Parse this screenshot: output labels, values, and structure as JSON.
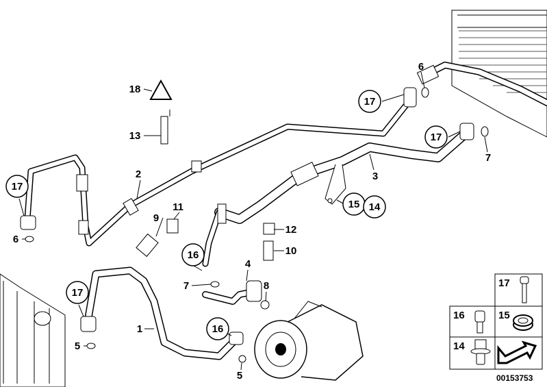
{
  "diagram_id": "00153753",
  "callouts": [
    {
      "id": "c-6a",
      "text": "6",
      "circled": false
    },
    {
      "id": "c-17a",
      "text": "17",
      "circled": true
    },
    {
      "id": "c-17b",
      "text": "17",
      "circled": true
    },
    {
      "id": "c-7a",
      "text": "7",
      "circled": false
    },
    {
      "id": "c-3",
      "text": "3",
      "circled": false
    },
    {
      "id": "c-15",
      "text": "15",
      "circled": true
    },
    {
      "id": "c-14",
      "text": "14",
      "circled": true
    },
    {
      "id": "c-18",
      "text": "18",
      "circled": false
    },
    {
      "id": "c-13",
      "text": "13",
      "circled": false
    },
    {
      "id": "c-2",
      "text": "2",
      "circled": false
    },
    {
      "id": "c-17c",
      "text": "17",
      "circled": true
    },
    {
      "id": "c-6b",
      "text": "6",
      "circled": false
    },
    {
      "id": "c-9",
      "text": "9",
      "circled": false
    },
    {
      "id": "c-11",
      "text": "11",
      "circled": false
    },
    {
      "id": "c-12",
      "text": "12",
      "circled": false
    },
    {
      "id": "c-10",
      "text": "10",
      "circled": false
    },
    {
      "id": "c-16a",
      "text": "16",
      "circled": true
    },
    {
      "id": "c-4",
      "text": "4",
      "circled": false
    },
    {
      "id": "c-7b",
      "text": "7",
      "circled": false
    },
    {
      "id": "c-8",
      "text": "8",
      "circled": false
    },
    {
      "id": "c-17d",
      "text": "17",
      "circled": true
    },
    {
      "id": "c-1",
      "text": "1",
      "circled": false
    },
    {
      "id": "c-16b",
      "text": "16",
      "circled": true
    },
    {
      "id": "c-5a",
      "text": "5",
      "circled": false
    },
    {
      "id": "c-5b",
      "text": "5",
      "circled": false
    }
  ],
  "legend": [
    {
      "text": "17",
      "icon": "bolt-icon"
    },
    {
      "text": "16",
      "icon": "socket-screw-icon"
    },
    {
      "text": "15",
      "icon": "sealing-ring-icon"
    },
    {
      "text": "14",
      "icon": "collar-nut-icon"
    },
    {
      "text": "",
      "icon": "arrow-icon"
    }
  ]
}
